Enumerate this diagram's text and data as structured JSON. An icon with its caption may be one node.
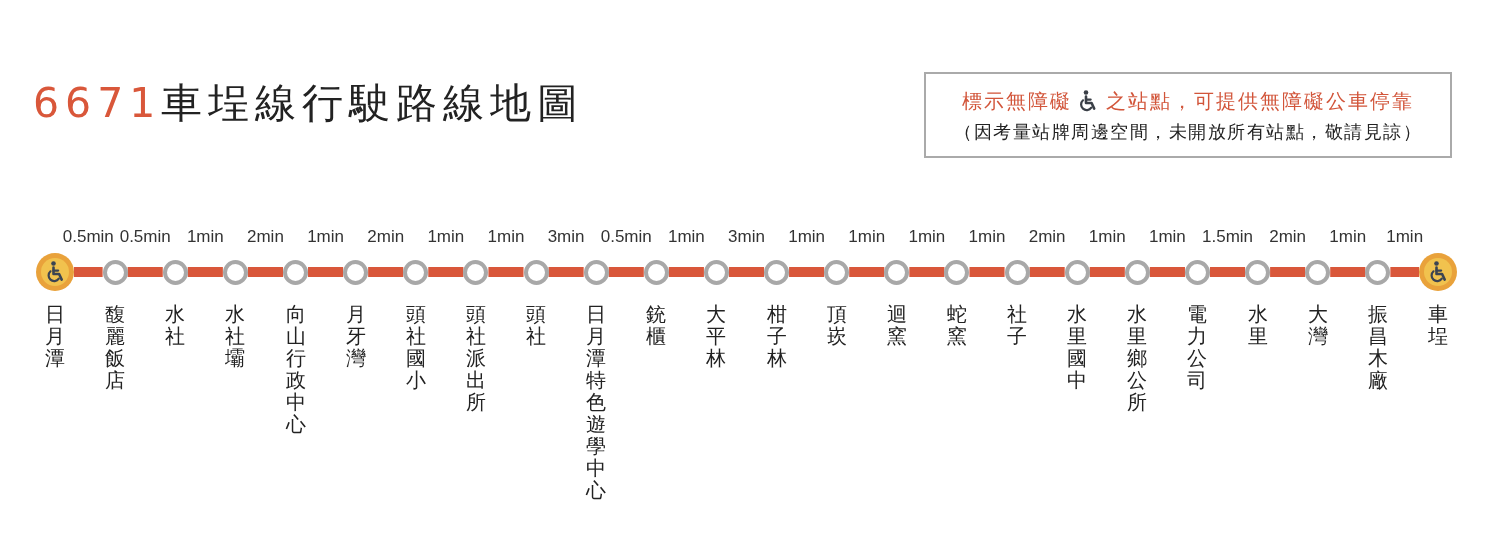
{
  "diagram": {
    "title": "6671車埕線行駛路線地圖",
    "nodes": [
      {
        "text": [
          "標示無障礙",
          "之站點，可提供無障礙公車停靠",
          "（因考量站牌周邊空間，未開放所有站點，敬請見諒）"
        ]
      },
      {
        "text": [],
        "shape": "picture",
        "beside": [
          "日月潭"
        ]
      },
      {
        "text": [],
        "shape": "circle",
        "beside": [
          "馥麗飯店"
        ]
      },
      {
        "text": [],
        "shape": "circle",
        "beside": [
          "水社"
        ]
      },
      {
        "text": [],
        "shape": "circle",
        "beside": [
          "水社壩"
        ]
      },
      {
        "text": [],
        "shape": "circle",
        "beside": [
          "向山行政中心"
        ]
      },
      {
        "text": [],
        "shape": "circle",
        "beside": [
          "月牙灣"
        ]
      },
      {
        "text": [],
        "shape": "circle",
        "beside": [
          "頭社國小"
        ]
      },
      {
        "text": [],
        "shape": "circle",
        "beside": [
          "頭社派出所"
        ]
      },
      {
        "text": [],
        "shape": "circle",
        "beside": [
          "頭社"
        ]
      },
      {
        "text": [],
        "shape": "circle",
        "beside": [
          "日月潭特色遊學中心"
        ]
      },
      {
        "text": [],
        "shape": "circle",
        "beside": [
          "銃櫃"
        ]
      },
      {
        "text": [],
        "shape": "circle",
        "beside": [
          "大平林"
        ]
      },
      {
        "text": [],
        "shape": "circle",
        "beside": [
          "柑子林"
        ]
      },
      {
        "text": [],
        "shape": "circle",
        "beside": [
          "頂崁"
        ]
      },
      {
        "text": [],
        "shape": "circle",
        "beside": [
          "迴窯"
        ]
      },
      {
        "text": [],
        "shape": "circle",
        "beside": [
          "蛇窯"
        ]
      },
      {
        "text": [],
        "shape": "circle",
        "beside": [
          "社子"
        ]
      },
      {
        "text": [],
        "shape": "circle",
        "beside": [
          "水里國中"
        ]
      },
      {
        "text": [],
        "shape": "circle",
        "beside": [
          "水里鄉公所"
        ]
      },
      {
        "text": [],
        "shape": "circle",
        "beside": [
          "電力公司"
        ]
      },
      {
        "text": [],
        "shape": "circle",
        "beside": [
          "水里"
        ]
      },
      {
        "text": [],
        "shape": "circle",
        "beside": [
          "大灣"
        ]
      },
      {
        "text": [],
        "shape": "circle",
        "beside": [
          "振昌木廠"
        ]
      },
      {
        "text": [],
        "shape": "picture",
        "beside": [
          "車埕"
        ]
      }
    ],
    "edges": [
      {
        "from": 1,
        "to": 2,
        "arrow": "none",
        "label": "0.5min"
      },
      {
        "from": 2,
        "to": 3,
        "arrow": "none",
        "label": "0.5min"
      },
      {
        "from": 3,
        "to": 4,
        "arrow": "none",
        "label": "1min"
      },
      {
        "from": 4,
        "to": 5,
        "arrow": "none",
        "label": "2min"
      },
      {
        "from": 5,
        "to": 6,
        "arrow": "none",
        "label": "1min"
      },
      {
        "from": 6,
        "to": 7,
        "arrow": "none",
        "label": "2min"
      },
      {
        "from": 7,
        "to": 8,
        "arrow": "none",
        "label": "1min"
      },
      {
        "from": 8,
        "to": 9,
        "arrow": "none",
        "label": "1min"
      },
      {
        "from": 9,
        "to": 10,
        "arrow": "none",
        "label": "3min"
      },
      {
        "from": 10,
        "to": 11,
        "arrow": "none",
        "label": "0.5min"
      },
      {
        "from": 11,
        "to": 12,
        "arrow": "none",
        "label": "1min"
      },
      {
        "from": 12,
        "to": 13,
        "arrow": "none",
        "label": "3min"
      },
      {
        "from": 13,
        "to": 14,
        "arrow": "none",
        "label": "1min"
      },
      {
        "from": 14,
        "to": 15,
        "arrow": "none",
        "label": "1min"
      },
      {
        "from": 15,
        "to": 16,
        "arrow": "none",
        "label": "1min"
      },
      {
        "from": 16,
        "to": 17,
        "arrow": "none",
        "label": "1min"
      },
      {
        "from": 17,
        "to": 18,
        "arrow": "none",
        "label": "2min"
      },
      {
        "from": 18,
        "to": 19,
        "arrow": "none",
        "label": "1min"
      },
      {
        "from": 19,
        "to": 20,
        "arrow": "none",
        "label": "1min"
      },
      {
        "from": 20,
        "to": 21,
        "arrow": "none",
        "label": "1.5min"
      },
      {
        "from": 21,
        "to": 22,
        "arrow": "none",
        "label": "2min"
      },
      {
        "from": 22,
        "to": 23,
        "arrow": "none",
        "label": "1min"
      },
      {
        "from": 23,
        "to": 24,
        "arrow": "none",
        "label": "1min"
      }
    ]
  }
}
